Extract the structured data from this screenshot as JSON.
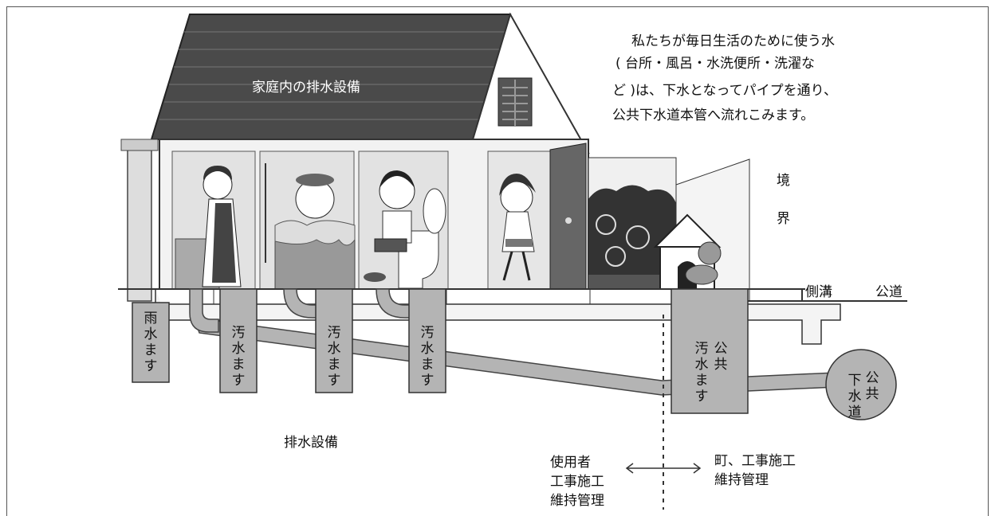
{
  "house_label": "家庭内の排水設備",
  "description": {
    "lines": [
      "私たちが毎日生活のために使う水",
      "( 台所・風呂・水洗便所・洗濯な",
      "ど )は、下水となってパイプを通り、",
      "公共下水道本管へ流れこみます。"
    ]
  },
  "boundary_label": [
    "境",
    "界"
  ],
  "road_labels": {
    "gutter": "側溝",
    "public_road": "公道"
  },
  "basins": {
    "rain": [
      "雨",
      "水",
      "ま",
      "す"
    ],
    "sewage": [
      "汚",
      "水",
      "ま",
      "す"
    ],
    "public_col1": [
      "公",
      "共"
    ],
    "public_col2": [
      "汚",
      "水",
      "ま",
      "す"
    ]
  },
  "sewer_main": {
    "col1": [
      "公",
      "共"
    ],
    "col2": [
      "下",
      "水",
      "道"
    ]
  },
  "drainage_label": "排水設備",
  "responsibility": {
    "user": [
      "使用者",
      "工事施工",
      "維持管理"
    ],
    "town": [
      "町、工事施工",
      "維持管理"
    ]
  },
  "colors": {
    "pipe": "#b4b4b4",
    "roof": "#4a4a4a",
    "line": "#333333"
  }
}
